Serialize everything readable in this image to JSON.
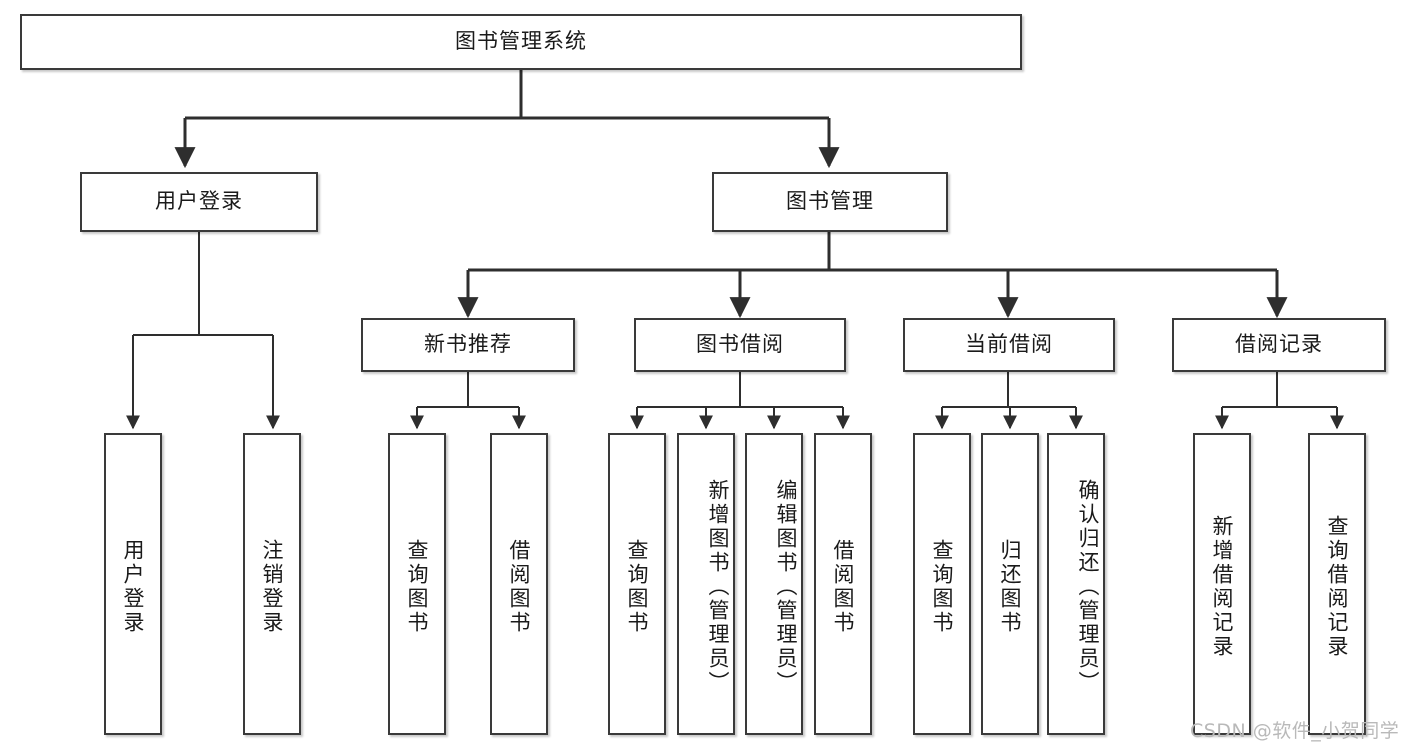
{
  "diagram": {
    "title": "图书管理系统",
    "type": "hierarchy-tree",
    "root": {
      "label": "图书管理系统"
    },
    "level2": [
      {
        "label": "用户登录"
      },
      {
        "label": "图书管理"
      }
    ],
    "level3": [
      {
        "label": "新书推荐"
      },
      {
        "label": "图书借阅"
      },
      {
        "label": "当前借阅"
      },
      {
        "label": "借阅记录"
      }
    ],
    "leaves": {
      "user_login": [
        {
          "label": "用户登录"
        },
        {
          "label": "注销登录"
        }
      ],
      "new_book_recommend": [
        {
          "label": "查询图书"
        },
        {
          "label": "借阅图书"
        }
      ],
      "book_borrow": [
        {
          "label": "查询图书"
        },
        {
          "label": "新增图书（管理员）"
        },
        {
          "label": "编辑图书（管理员）"
        },
        {
          "label": "借阅图书"
        }
      ],
      "current_borrow": [
        {
          "label": "查询图书"
        },
        {
          "label": "归还图书"
        },
        {
          "label": "确认归还（管理员）"
        }
      ],
      "borrow_record": [
        {
          "label": "新增借阅记录"
        },
        {
          "label": "查询借阅记录"
        }
      ]
    }
  },
  "watermark": {
    "text": "CSDN @软件_小贺同学"
  },
  "colors": {
    "box_border": "#3a3a3a",
    "box_fill": "#ffffff",
    "line": "#2e2e2e",
    "text": "#1a1a1a",
    "watermark": "#b9b9b9"
  }
}
